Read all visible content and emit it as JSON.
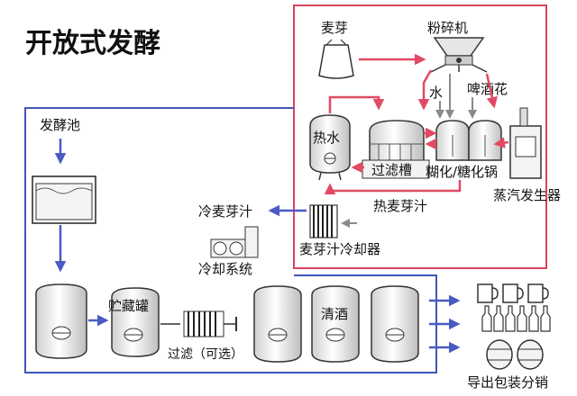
{
  "title": "开放式发酵",
  "labels": {
    "malt": "麦芽",
    "mill": "粉碎机",
    "water": "水",
    "hops": "啤酒花",
    "hot_water": "热水",
    "lauter_tun": "过滤槽",
    "mash_kettle": "糊化/糖化锅",
    "steam_generator": "蒸汽发生器",
    "hot_wort": "热麦芽汁",
    "cold_wort": "冷麦芽汁",
    "wort_cooler": "麦芽汁冷却器",
    "cooling_system": "冷却系统",
    "fermentation_pool": "发酵池",
    "storage_tank": "贮藏罐",
    "filtration": "过滤（可选）",
    "bright_beer": "清酒",
    "packaging": "导出包装分销"
  },
  "colors": {
    "brewhouse_border": "#d9435e",
    "fermentation_border": "#3f56b8",
    "red_arrow": "#e04a63",
    "blue_arrow": "#4a5bc4",
    "gray_arrow": "#8a8a8a"
  }
}
